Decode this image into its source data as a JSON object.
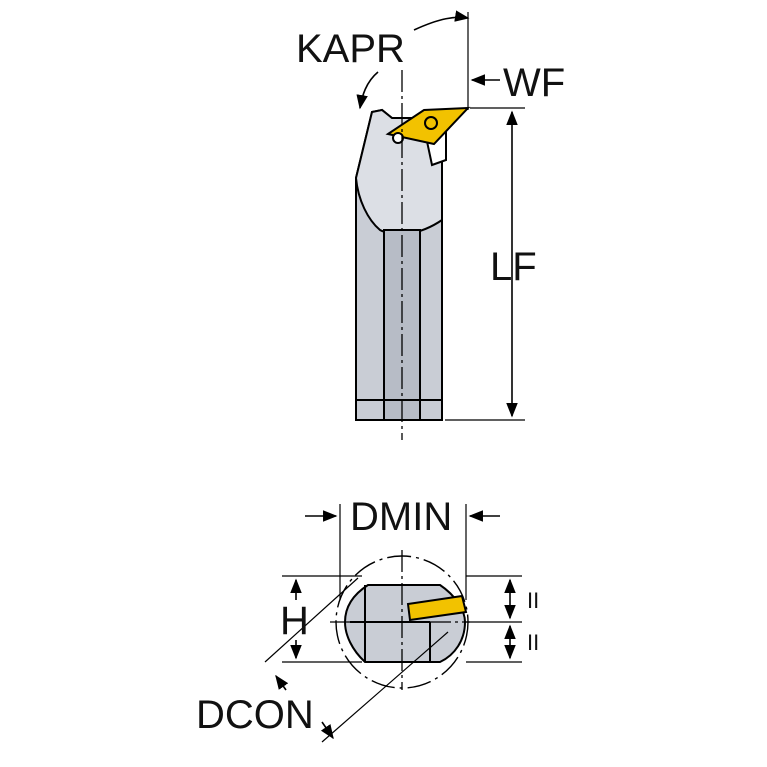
{
  "labels": {
    "kapr": "KAPR",
    "wf": "WF",
    "lf": "LF",
    "dmin": "DMIN",
    "h": "H",
    "dcon": "DCON",
    "flat_mark_top": "II",
    "flat_mark_bottom": "II"
  },
  "colors": {
    "body_fill": "#c9cdd5",
    "body_shade": "#a9aeb8",
    "insert": "#f2c200",
    "line": "#000000"
  }
}
